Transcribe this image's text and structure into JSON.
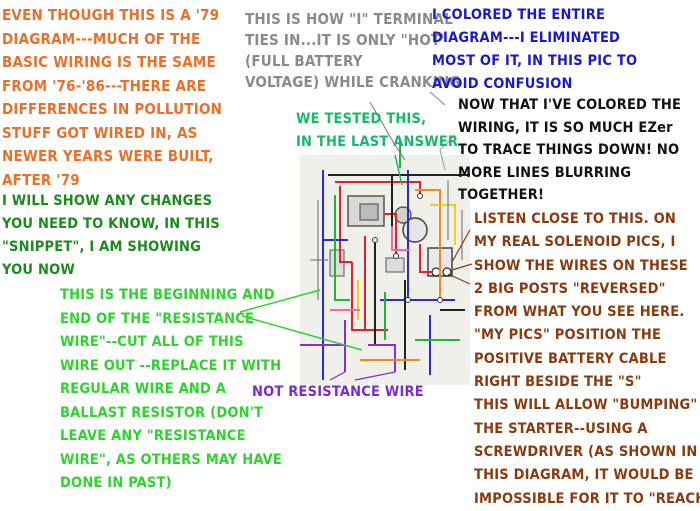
{
  "colors": {
    "orange": "#e8702a",
    "gray": "#8a8a8a",
    "blue": "#1a1acc",
    "black": "#111111",
    "brown": "#8b3a0e",
    "green_dark": "#1c8a1c",
    "green_light": "#2fd22f",
    "teal_green": "#18b86a",
    "purple": "#7a2ad8"
  },
  "annotations": {
    "orange_note": [
      "EVEN THOUGH THIS IS A '79",
      "DIAGRAM---MUCH OF THE",
      "BASIC WIRING IS THE SAME",
      "FROM '76-'86---THERE ARE",
      "DIFFERENCES IN POLLUTION",
      "STUFF GOT WIRED IN, AS",
      "NEWER YEARS WERE BUILT,",
      "AFTER '79"
    ],
    "gray_note": [
      "THIS IS HOW \"I\" TERMINAL",
      "TIES IN...IT IS ONLY \"HOT\"",
      "(FULL BATTERY",
      "VOLTAGE) WHILE CRANKING"
    ],
    "blue_note": [
      "I COLORED THE ENTIRE",
      "DIAGRAM---I ELIMINATED",
      "MOST OF IT, IN THIS PIC TO",
      "AVOID CONFUSION"
    ],
    "black_note": [
      "NOW THAT I'VE COLORED THE",
      "WIRING, IT IS SO MUCH EZer",
      "TO TRACE THINGS DOWN! NO",
      "MORE LINES BLURRING",
      "TOGETHER!"
    ],
    "teal_note": [
      "WE TESTED THIS,",
      "IN THE LAST ANSWER"
    ],
    "dark_green_note": [
      "I WILL SHOW ANY CHANGES",
      "YOU NEED TO KNOW, IN THIS",
      "\"SNIPPET\", I AM SHOWING",
      "YOU NOW"
    ],
    "light_green_note": [
      "THIS IS THE BEGINNING AND",
      "END OF THE \"RESISTANCE",
      "WIRE\"--CUT ALL OF THIS",
      "WIRE OUT --REPLACE IT WITH",
      "REGULAR WIRE AND A",
      "BALLAST RESISTOR (DON'T",
      "LEAVE ANY \"RESISTANCE",
      "WIRE\", AS OTHERS MAY HAVE",
      "DONE IN PAST)"
    ],
    "purple_note": [
      "NOT RESISTANCE WIRE"
    ],
    "brown_note": [
      "LISTEN CLOSE TO THIS. ON",
      "MY REAL SOLENOID PICS, I",
      "SHOW THE WIRES ON THESE",
      "2 BIG POSTS \"REVERSED\"",
      "FROM WHAT YOU SEE HERE.",
      "\"MY PICS\" POSITION THE",
      "POSITIVE BATTERY CABLE",
      "RIGHT BESIDE THE \"S\"",
      "THIS WILL ALLOW \"BUMPING\"",
      "THE STARTER--USING A",
      "SCREWDRIVER (AS SHOWN IN",
      "THIS DIAGRAM, IT WOULD BE",
      "IMPOSSIBLE  FOR IT TO \"REACH\")"
    ]
  }
}
